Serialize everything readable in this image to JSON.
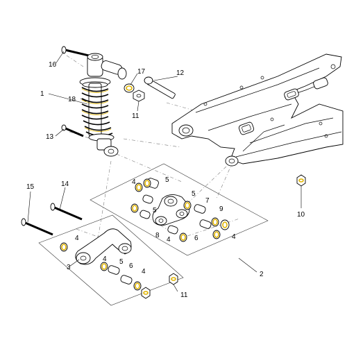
{
  "callouts": {
    "c1": "1",
    "c2": "2",
    "c3": "3",
    "c4a": "4",
    "c4b": "4",
    "c4c": "4",
    "c4d": "4",
    "c4e": "4",
    "c4f": "4",
    "c5a": "5",
    "c5b": "5",
    "c5c": "5",
    "c5d": "5",
    "c6a": "6",
    "c6b": "6",
    "c7": "7",
    "c8": "8",
    "c9": "9",
    "c10": "10",
    "c11a": "11",
    "c11b": "11",
    "c12": "12",
    "c13": "13",
    "c14": "14",
    "c15": "15",
    "c16": "16",
    "c17": "17",
    "c18": "18"
  },
  "colors": {
    "line": "#000000",
    "accent": "#e0b400",
    "background": "#ffffff"
  }
}
